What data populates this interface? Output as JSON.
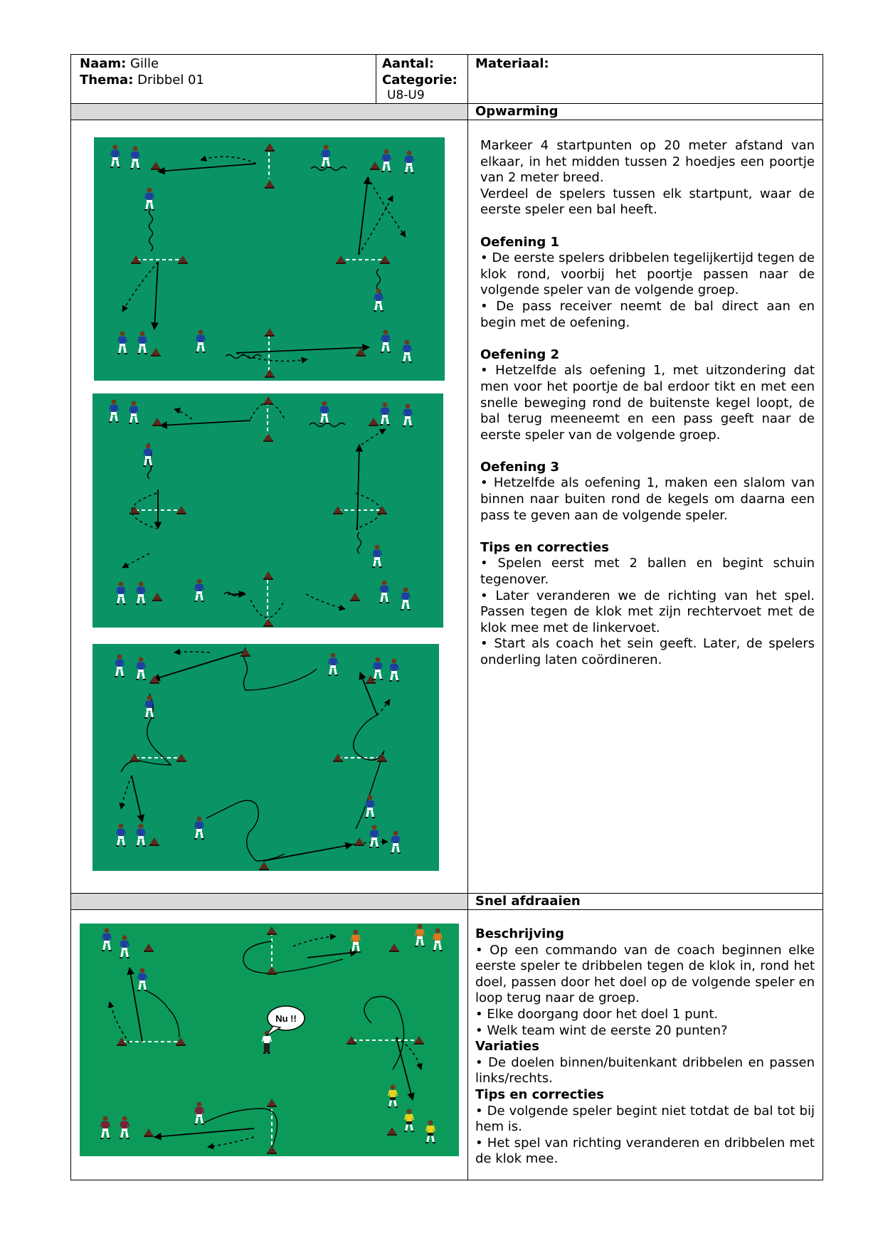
{
  "header": {
    "naam_label": "Naam:",
    "naam_value": " Gille",
    "thema_label": "Thema:",
    "thema_value": " Dribbel 01",
    "aantal_label": "Aantal:",
    "categorie_label": "Categorie:",
    "categorie_value": "U8-U9",
    "materiaal_label": "Materiaal:"
  },
  "section1": {
    "title": "Opwarming",
    "intro": [
      "Markeer 4 startpunten op 20 meter afstand van elkaar, in het midden tussen 2 hoedjes een poortje van 2 meter breed.",
      "Verdeel de spelers tussen elk startpunt, waar de eerste speler een bal heeft."
    ],
    "ex1_title": "Oefening 1",
    "ex1": [
      "• De eerste spelers dribbelen tegelijkertijd tegen de klok rond, voorbij het poortje passen naar de volgende speler van de volgende groep.",
      "• De pass receiver neemt de bal direct aan en begin met de oefening."
    ],
    "ex2_title": "Oefening 2",
    "ex2": [
      "• Hetzelfde als oefening 1, met uitzondering dat men voor het poortje de bal erdoor tikt en met een snelle beweging rond de buitenste kegel loopt, de bal terug meeneemt en een pass geeft naar de eerste speler van de volgende groep."
    ],
    "ex3_title": "Oefening 3",
    "ex3": [
      "• Hetzelfde als oefening 1, maken een slalom van binnen naar buiten rond de kegels om daarna een pass te geven aan de volgende speler."
    ],
    "tips_title": "Tips en correcties",
    "tips": [
      "• Spelen eerst met 2 ballen en begint schuin tegenover.",
      "• Later veranderen we de richting van het spel. Passen tegen de klok met zijn rechtervoet met de klok mee met de linkervoet.",
      "• Start als coach het sein geeft. Later, de spelers onderling laten coördineren."
    ]
  },
  "section2": {
    "title": "Snel afdraaien",
    "desc_title": "Beschrijving",
    "desc": [
      "• Op een commando van de coach beginnen elke eerste speler te dribbelen tegen de klok in, rond het doel, passen door het doel op de volgende speler en loop terug naar de groep.",
      "• Elke doorgang door het doel 1 punt.",
      "• Welk team wint de eerste 20 punten?"
    ],
    "var_title": "Variaties",
    "var": [
      "• De doelen binnen/buitenkant dribbelen en passen links/rechts."
    ],
    "tips_title": "Tips en correcties",
    "tips": [
      "• De volgende speler begint niet totdat de bal tot bij hem is.",
      "• Het spel van richting veranderen en dribbelen met de klok mee."
    ],
    "speech_bubble": "Nu !!"
  },
  "colors": {
    "field": "#0a9465",
    "band": "#d9d9d9",
    "player_blue": "#1f3f9f",
    "cone": "#5a2a1a"
  }
}
